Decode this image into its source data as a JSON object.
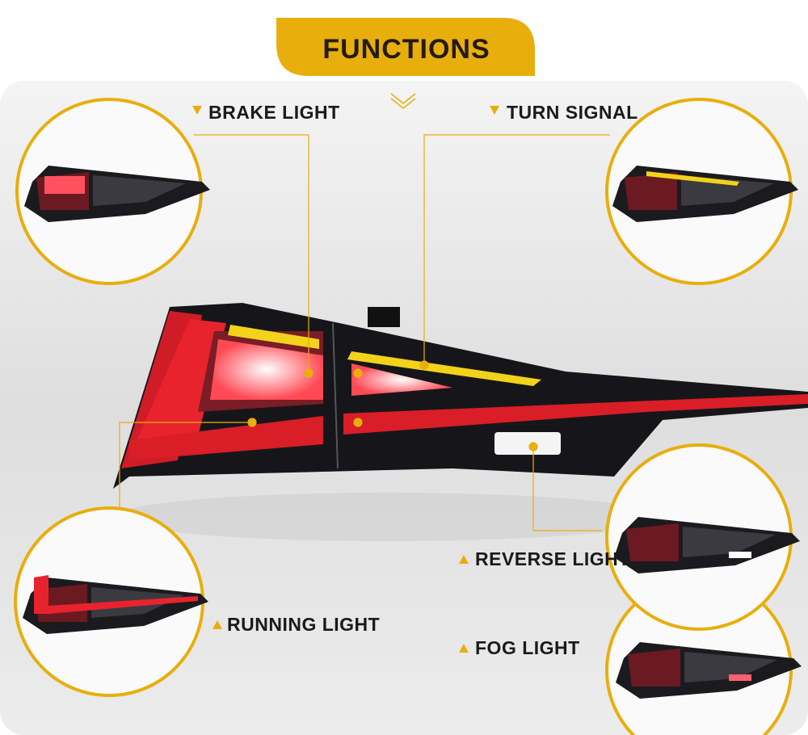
{
  "title": "FUNCTIONS",
  "functions": [
    {
      "label": "BRAKE LIGHT",
      "marker": "triangle-down"
    },
    {
      "label": "TURN SIGNAL",
      "marker": "triangle-down"
    },
    {
      "label": "RUNNING LIGHT",
      "marker": "triangle-up"
    },
    {
      "label": "REVERSE LIGHT",
      "marker": "triangle-up"
    },
    {
      "label": "FOG LIGHT",
      "marker": "triangle-up"
    }
  ],
  "colors": {
    "accent": "#E8AE0C",
    "panel": "#E6E6E6",
    "red": "#E0202A",
    "amber": "#F2D21A"
  }
}
